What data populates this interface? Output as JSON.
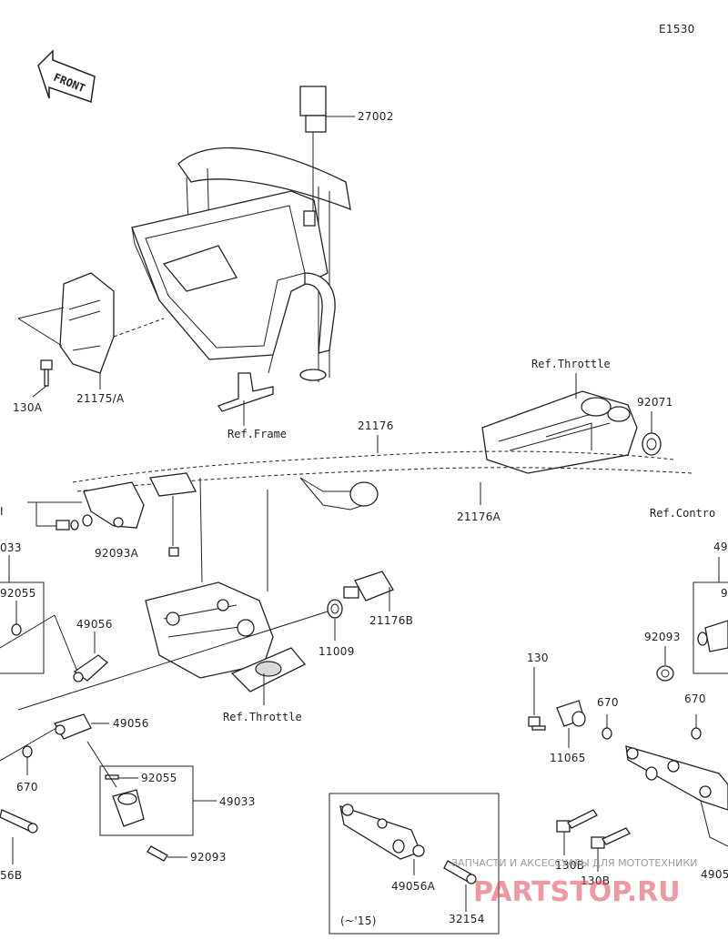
{
  "diagram_code": "E1530",
  "front_label": "FRONT",
  "refs": {
    "frame": "Ref.Frame",
    "throttle_top": "Ref.Throttle",
    "throttle_bottom": "Ref.Throttle",
    "control": "Ref.Contro"
  },
  "callouts": {
    "c27002": "27002",
    "c21175": "21175/A",
    "c130A": "130A",
    "c21176": "21176",
    "c92071": "92071",
    "c21176A": "21176A",
    "c92093A": "92093A",
    "c21176B": "21176B",
    "c11009": "11009",
    "c49033_left": "033",
    "c92055_left": "92055",
    "c49056_a": "49056",
    "c49056_b": "49056",
    "c92055_b": "92055",
    "c49033_b": "49033",
    "c92093_b": "92093",
    "c670_left": "670",
    "c56B_left": "56B",
    "c130": "130",
    "c670_mid": "670",
    "c670_right": "670",
    "c11065": "11065",
    "c92093_r": "92093",
    "c49_right": "49",
    "c9_right": "9",
    "c130B_a": "130B",
    "c130B_b": "130B",
    "c4905": "4905",
    "c49056A": "49056A",
    "c32154": "32154",
    "c_minus_left": "I"
  },
  "inset_label": "(~'15)",
  "watermark": {
    "small": "ЗАПЧАСТИ И АКСЕССУАРЫ ДЛЯ МОТОТЕХНИКИ",
    "big": "PARTSTOP.RU"
  }
}
